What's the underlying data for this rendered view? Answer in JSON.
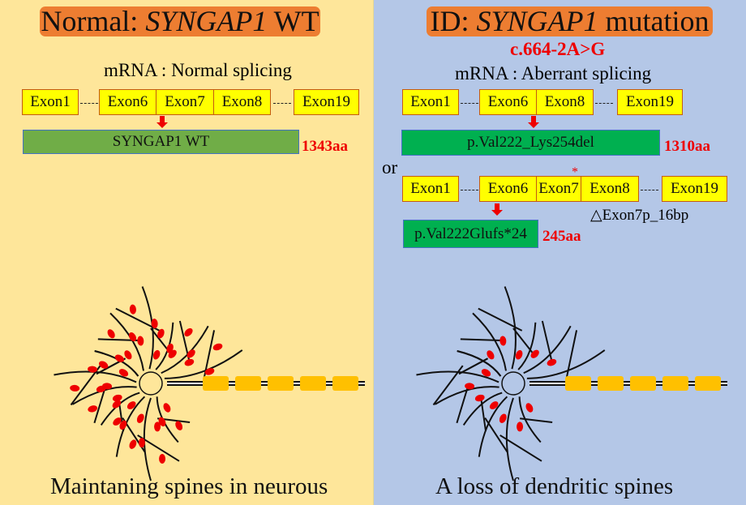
{
  "normal": {
    "title_prefix": "Normal: ",
    "title_gene": "SYNGAP1",
    "title_suffix": " WT",
    "mrna_label": "mRNA : Normal splicing",
    "exons": [
      "Exon1",
      "Exon6",
      "Exon7",
      "Exon8",
      "Exon19"
    ],
    "protein": "SYNGAP1  WT",
    "length": "1343aa",
    "caption": "Maintaning spines in neurous"
  },
  "mutation": {
    "title_prefix": "ID: ",
    "title_gene": "SYNGAP1",
    "title_suffix": " mutation",
    "variant": "c.664-2A>G",
    "mrna_label": "mRNA : Aberrant splicing",
    "row1_exons": [
      "Exon1",
      "Exon6",
      "Exon8",
      "Exon19"
    ],
    "protein1": "p.Val222_Lys254del",
    "length1": "1310aa",
    "or": "or",
    "row2_exons": [
      "Exon1",
      "Exon6",
      "Exon7",
      "Exon8",
      "Exon19"
    ],
    "asterisk": "*",
    "deletion": "△Exon7p_16bp",
    "protein2": "p.Val222Glufs*24",
    "length2": "245aa",
    "caption": "A loss of dendritic spines"
  },
  "colors": {
    "orange": "#ed7d31",
    "exon": "#ffff00",
    "wt_bar": "#70ad47",
    "mut_bar": "#00b050",
    "red": "#ee0000",
    "axon": "#ffc000"
  }
}
